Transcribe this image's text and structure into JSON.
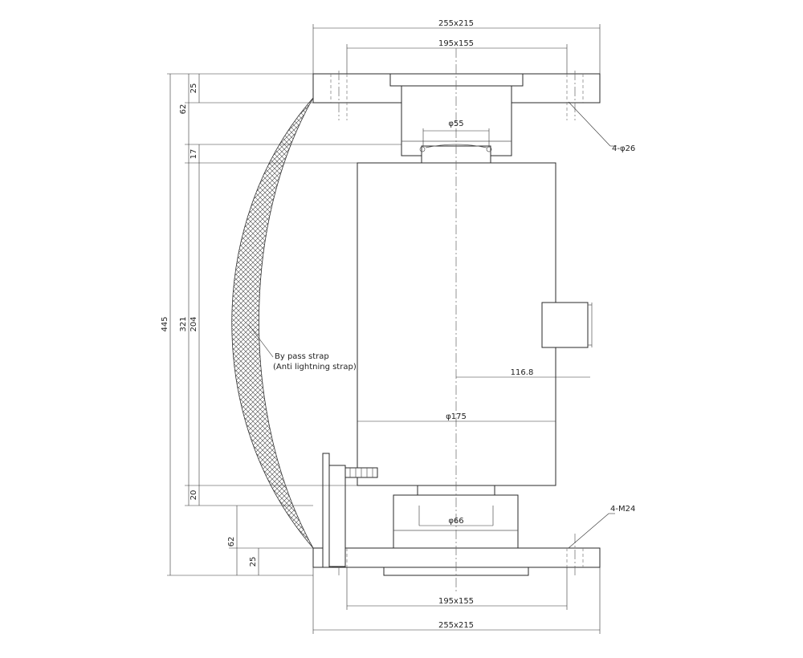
{
  "drawing": {
    "dimensions": {
      "top_flange_outer": "255x215",
      "top_flange_inner": "195x155",
      "bottom_flange_inner": "195x155",
      "bottom_flange_outer": "255x215",
      "top_bore": "φ55",
      "bottom_bore": "φ66",
      "body_diameter": "φ175",
      "connector_offset": "116.8",
      "top_plate_thickness": "25",
      "top_height": "62",
      "neck_height": "17",
      "body_height": "204",
      "body_total": "321",
      "bottom_neck": "20",
      "overall_height": "445",
      "bottom_height": "62",
      "bottom_plate_thickness": "25"
    },
    "callouts": {
      "top_holes": "4-φ26",
      "bottom_threads": "4-M24",
      "strap_line1": "By pass strap",
      "strap_line2": "(Anti lightning strap)"
    }
  }
}
